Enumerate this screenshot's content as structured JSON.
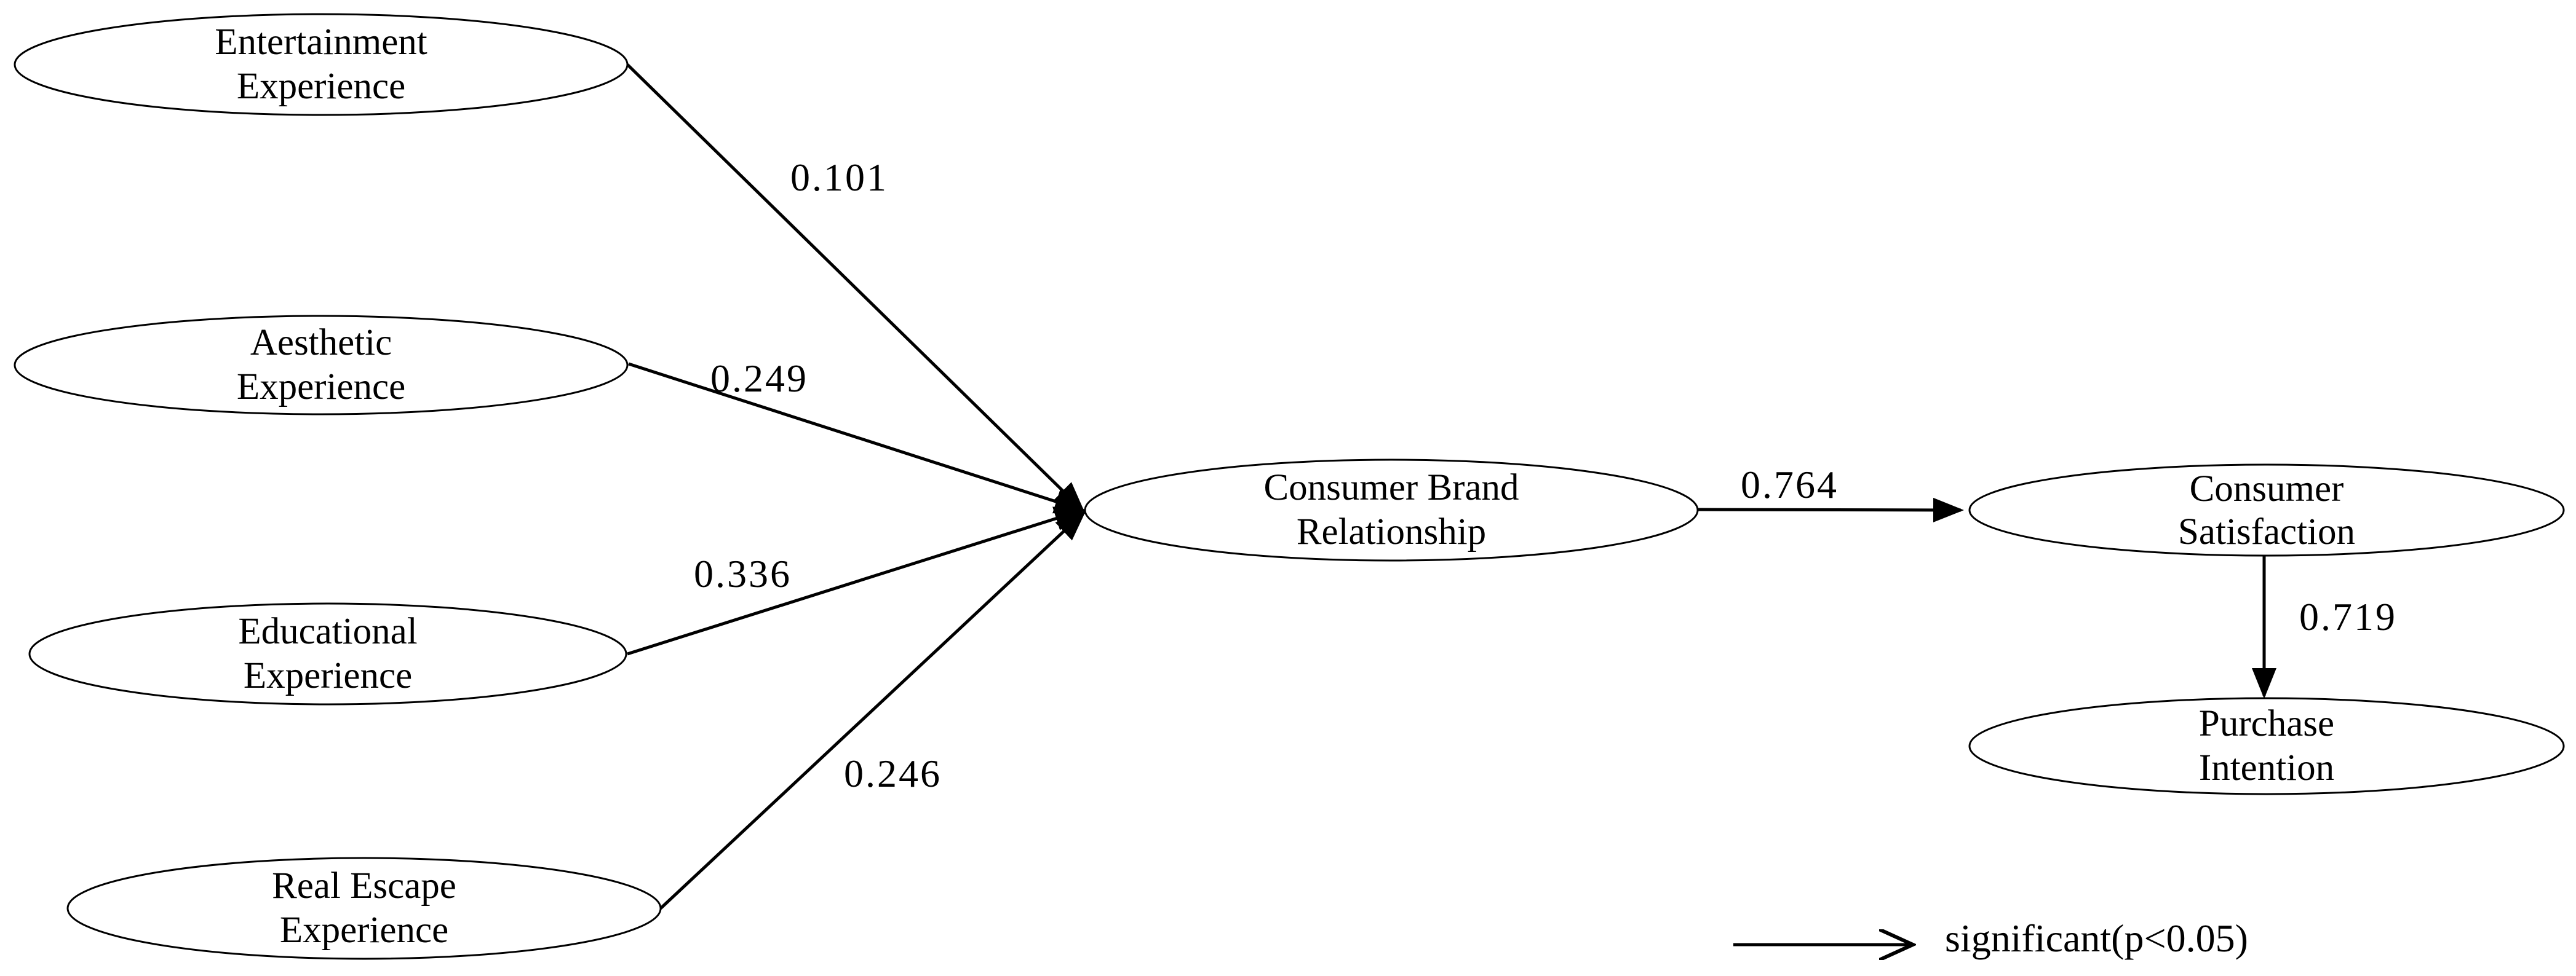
{
  "nodes": {
    "entertainment": {
      "line1": "Entertainment",
      "line2": "Experience"
    },
    "aesthetic": {
      "line1": "Aesthetic",
      "line2": "Experience"
    },
    "educational": {
      "line1": "Educational",
      "line2": "Experience"
    },
    "escape": {
      "line1": "Real Escape",
      "line2": "Experience"
    },
    "cbr": {
      "line1": "Consumer Brand",
      "line2": "Relationship"
    },
    "satisfaction": {
      "line1": "Consumer",
      "line2": "Satisfaction"
    },
    "purchase": {
      "line1": "Purchase",
      "line2": "Intention"
    }
  },
  "edges": {
    "entertainment_cbr": "0.101",
    "aesthetic_cbr": "0.249",
    "educational_cbr": "0.336",
    "escape_cbr": "0.246",
    "cbr_satisfaction": "0.764",
    "satisfaction_purchase": "0.719"
  },
  "legend": {
    "label": "significant(p<0.05)"
  }
}
